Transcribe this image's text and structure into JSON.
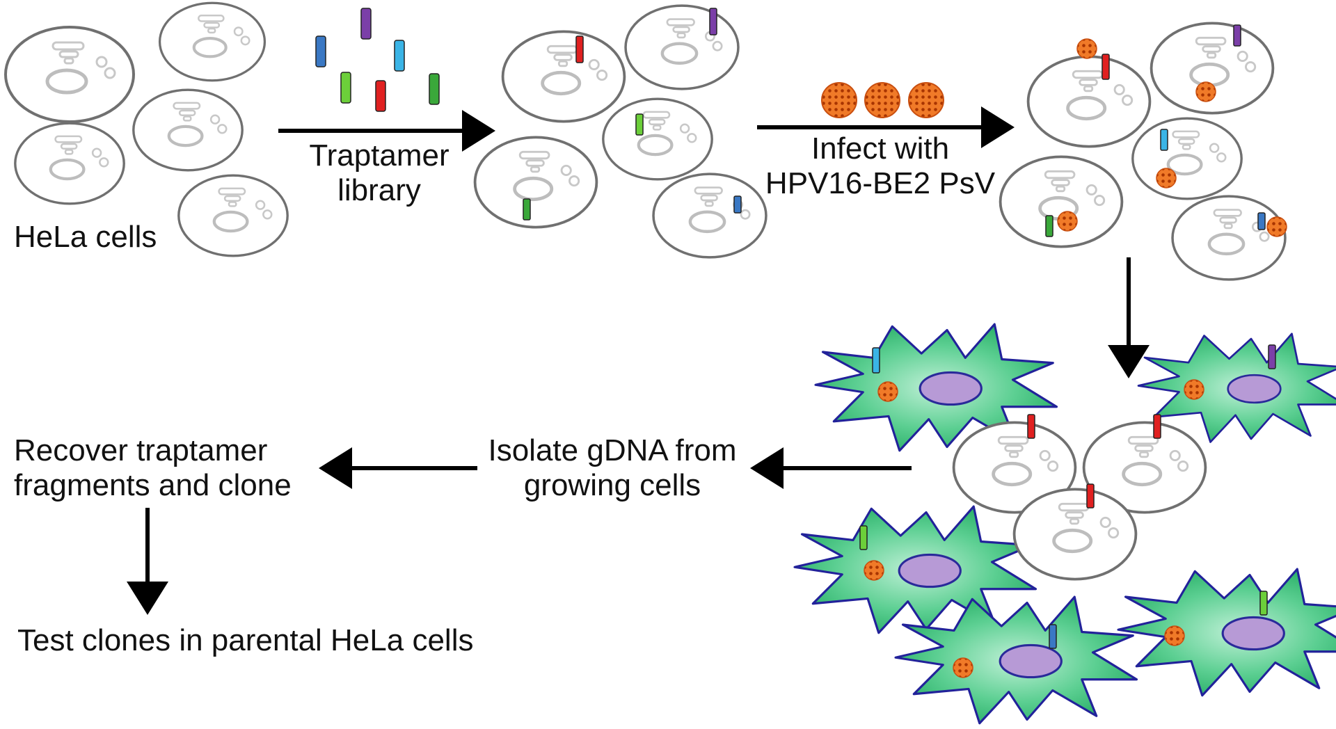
{
  "labels": {
    "hela_cells": "HeLa cells",
    "traptamer_line1": "Traptamer",
    "traptamer_line2": "library",
    "infect_line1": "Infect with",
    "infect_line2": "HPV16-BE2 PsV",
    "isolate_line1": "Isolate gDNA from",
    "isolate_line2": "growing cells",
    "recover_line1": "Recover traptamer",
    "recover_line2": "fragments and clone",
    "test": "Test clones in parental HeLa cells"
  },
  "colors": {
    "cell_outline": "#6e6e6e",
    "organelle": "#c4c4c4",
    "virus": "#e8651a",
    "virus_dot": "#b33a00",
    "green_cell": "#3cbf7a",
    "green_cell_outline": "#1d1db0",
    "nucleus": "#b79ad6",
    "traptamer": [
      "#3a78c4",
      "#7b3fa8",
      "#3ab4e6",
      "#3aa83a",
      "#e02020"
    ]
  }
}
